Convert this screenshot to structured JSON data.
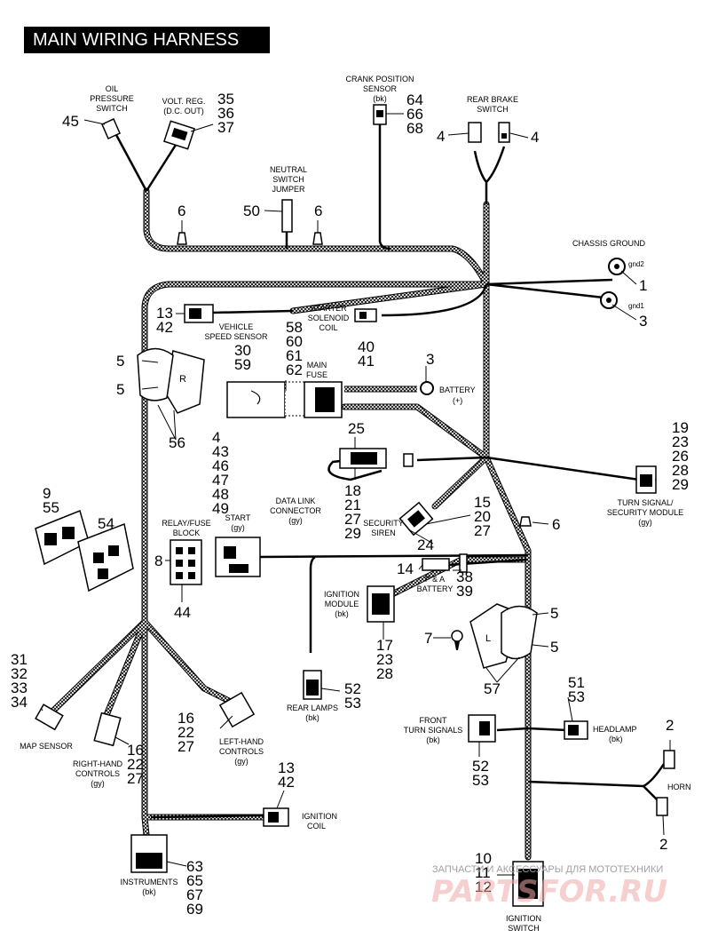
{
  "title": "MAIN WIRING HARNESS",
  "labels": {
    "oil_pressure": [
      "OIL",
      "PRESSURE",
      "SWITCH"
    ],
    "volt_reg": [
      "VOLT. REG.",
      "(D.C. OUT)"
    ],
    "crank_sensor": [
      "CRANK POSITION",
      "SENSOR",
      "(bk)"
    ],
    "rear_brake": [
      "REAR BRAKE",
      "SWITCH"
    ],
    "neutral_jumper": [
      "NEUTRAL",
      "SWITCH",
      "JUMPER"
    ],
    "chassis_ground": "CHASSIS GROUND",
    "gnd2": "gnd2",
    "gnd1": "gnd1",
    "starter_solenoid": [
      "STARTER",
      "SOLENOID",
      "COIL"
    ],
    "vss": [
      "VEHICLE",
      "SPEED SENSOR"
    ],
    "main_fuse": [
      "MAIN",
      "FUSE"
    ],
    "battery_pos": [
      "BATTERY",
      "(+)"
    ],
    "turn_security": [
      "TURN SIGNAL/",
      "SECURITY MODULE",
      "(gy)"
    ],
    "data_link": [
      "DATA LINK",
      "CONNECTOR",
      "(gy)"
    ],
    "start": [
      "START",
      "(gy)"
    ],
    "relay_fuse": [
      "RELAY/FUSE",
      "BLOCK"
    ],
    "security_siren": [
      "SECURITY",
      "SIREN"
    ],
    "pa_battery": [
      "P & A",
      "BATTERY"
    ],
    "ignition_module": [
      "IGNITION",
      "MODULE",
      "(bk)"
    ],
    "rear_lamps": [
      "REAR LAMPS",
      "(bk)"
    ],
    "map_sensor": "MAP SENSOR",
    "right_controls": [
      "RIGHT-HAND",
      "CONTROLS",
      "(gy)"
    ],
    "left_controls": [
      "LEFT-HAND",
      "CONTROLS",
      "(gy)"
    ],
    "front_turn": [
      "FRONT",
      "TURN SIGNALS",
      "(bk)"
    ],
    "headlamp": [
      "HEADLAMP",
      "(bk)"
    ],
    "horn": "HORN",
    "ignition_coil": [
      "IGNITION",
      "COIL"
    ],
    "instruments": [
      "INSTRUMENTS",
      "(bk)"
    ],
    "ignition_switch": [
      "IGNITION",
      "SWITCH"
    ],
    "switch_r": "R",
    "switch_l": "L"
  },
  "callouts": {
    "oil": "45",
    "volt_reg": [
      "35",
      "36",
      "37"
    ],
    "crank": [
      "64",
      "66",
      "68"
    ],
    "brake_left": "4",
    "brake_right": "4",
    "neutral": "50",
    "clip_a": "6",
    "clip_b": "6",
    "ground_1": "1",
    "ground_3": "3",
    "vss": [
      "13",
      "42"
    ],
    "fuse_upper": [
      "58",
      "60",
      "61",
      "62"
    ],
    "vss_lower": [
      "30",
      "59"
    ],
    "solenoid": [
      "40",
      "41"
    ],
    "battery": "3",
    "switch_r_upper": "5",
    "switch_r_lower": "5",
    "switch_r_housing": "56",
    "turn_module": [
      "19",
      "23",
      "26",
      "28",
      "29"
    ],
    "siren_connector": "25",
    "siren_left": [
      "18",
      "21",
      "27",
      "29"
    ],
    "siren_right": [
      "15",
      "20",
      "27"
    ],
    "siren_bottom": "24",
    "clip_c": "6",
    "block_55": [
      "9",
      "55"
    ],
    "block_54": "54",
    "start_stack": [
      "4",
      "43",
      "46",
      "47",
      "48",
      "49"
    ],
    "relay_8": "8",
    "relay_44": "44",
    "pa_14": "14",
    "pa_right": [
      "38",
      "39"
    ],
    "ign_module": [
      "17",
      "23",
      "28"
    ],
    "screw_7": "7",
    "switch_l_upper": "5",
    "switch_l_lower": "5",
    "switch_l_housing": "57",
    "map": [
      "31",
      "32",
      "33",
      "34"
    ],
    "rhc": [
      "16",
      "22",
      "27"
    ],
    "lhc": [
      "16",
      "22",
      "27"
    ],
    "rear_lamps": [
      "52",
      "53"
    ],
    "headlamp": [
      "51",
      "53"
    ],
    "front_turn": [
      "52",
      "53"
    ],
    "horn_top": "2",
    "horn_bottom": "2",
    "ign_coil": [
      "13",
      "42"
    ],
    "instruments": [
      "63",
      "65",
      "67",
      "69"
    ],
    "ign_switch": [
      "10",
      "11",
      "12"
    ]
  },
  "watermark": {
    "line1": "ЗАПЧАСТИ И АКСЕССУАРЫ ДЛЯ МОТОТЕХНИКИ",
    "line2": "PARTSFOR.RU"
  }
}
